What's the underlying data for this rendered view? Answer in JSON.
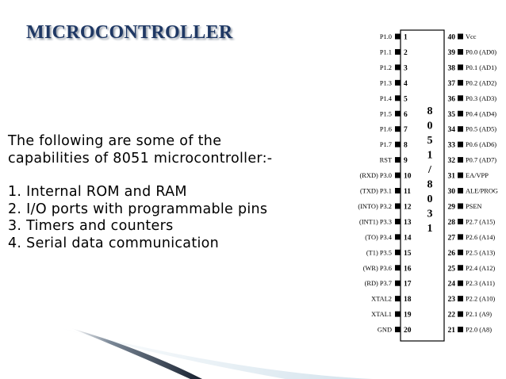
{
  "title": "MICROCONTROLLER",
  "intro": {
    "line1": "The following are some of the",
    "line2": "capabilities of 8051 microcontroller:-"
  },
  "capabilities": [
    "1. Internal ROM and RAM",
    "2. I/O ports with programmable pins",
    "3. Timers and counters",
    "4. Serial data communication"
  ],
  "chip": {
    "name_chars": [
      "8",
      "0",
      "5",
      "1",
      "/",
      "8",
      "0",
      "3",
      "1"
    ],
    "left_pins": [
      {
        "num": "1",
        "label": "P1.0"
      },
      {
        "num": "2",
        "label": "P1.1"
      },
      {
        "num": "3",
        "label": "P1.2"
      },
      {
        "num": "4",
        "label": "P1.3"
      },
      {
        "num": "5",
        "label": "P1.4"
      },
      {
        "num": "6",
        "label": "P1.5"
      },
      {
        "num": "7",
        "label": "P1.6"
      },
      {
        "num": "8",
        "label": "P1.7"
      },
      {
        "num": "9",
        "label": "RST"
      },
      {
        "num": "10",
        "label": "(RXD) P3.0"
      },
      {
        "num": "11",
        "label": "(TXD) P3.1"
      },
      {
        "num": "12",
        "label": "(INTO) P3.2"
      },
      {
        "num": "13",
        "label": "(INT1) P3.3"
      },
      {
        "num": "14",
        "label": "(TO) P3.4"
      },
      {
        "num": "15",
        "label": "(T1) P3.5"
      },
      {
        "num": "16",
        "label": "(WR) P3.6"
      },
      {
        "num": "17",
        "label": "(RD) P3.7"
      },
      {
        "num": "18",
        "label": "XTAL2"
      },
      {
        "num": "19",
        "label": "XTAL1"
      },
      {
        "num": "20",
        "label": "GND"
      }
    ],
    "right_pins": [
      {
        "num": "40",
        "label": "Vcc"
      },
      {
        "num": "39",
        "label": "P0.0 (AD0)"
      },
      {
        "num": "38",
        "label": "P0.1 (AD1)"
      },
      {
        "num": "37",
        "label": "P0.2 (AD2)"
      },
      {
        "num": "36",
        "label": "P0.3 (AD3)"
      },
      {
        "num": "35",
        "label": "P0.4 (AD4)"
      },
      {
        "num": "34",
        "label": "P0.5 (AD5)"
      },
      {
        "num": "33",
        "label": "P0.6 (AD6)"
      },
      {
        "num": "32",
        "label": "P0.7 (AD7)"
      },
      {
        "num": "31",
        "label": "EA/VPP"
      },
      {
        "num": "30",
        "label": "ALE/PROG"
      },
      {
        "num": "29",
        "label": "PSEN"
      },
      {
        "num": "28",
        "label": "P2.7 (A15)"
      },
      {
        "num": "27",
        "label": "P2.6 (A14)"
      },
      {
        "num": "26",
        "label": "P2.5 (A13)"
      },
      {
        "num": "25",
        "label": "P2.4 (A12)"
      },
      {
        "num": "24",
        "label": "P2.3 (A11)"
      },
      {
        "num": "23",
        "label": "P2.2 (A10)"
      },
      {
        "num": "22",
        "label": "P2.1 (A9)"
      },
      {
        "num": "21",
        "label": "P2.0 (A8)"
      }
    ]
  },
  "colors": {
    "title": "#1f3864",
    "swoosh_dark": "#17202e",
    "swoosh_light": "#c9dce8"
  }
}
